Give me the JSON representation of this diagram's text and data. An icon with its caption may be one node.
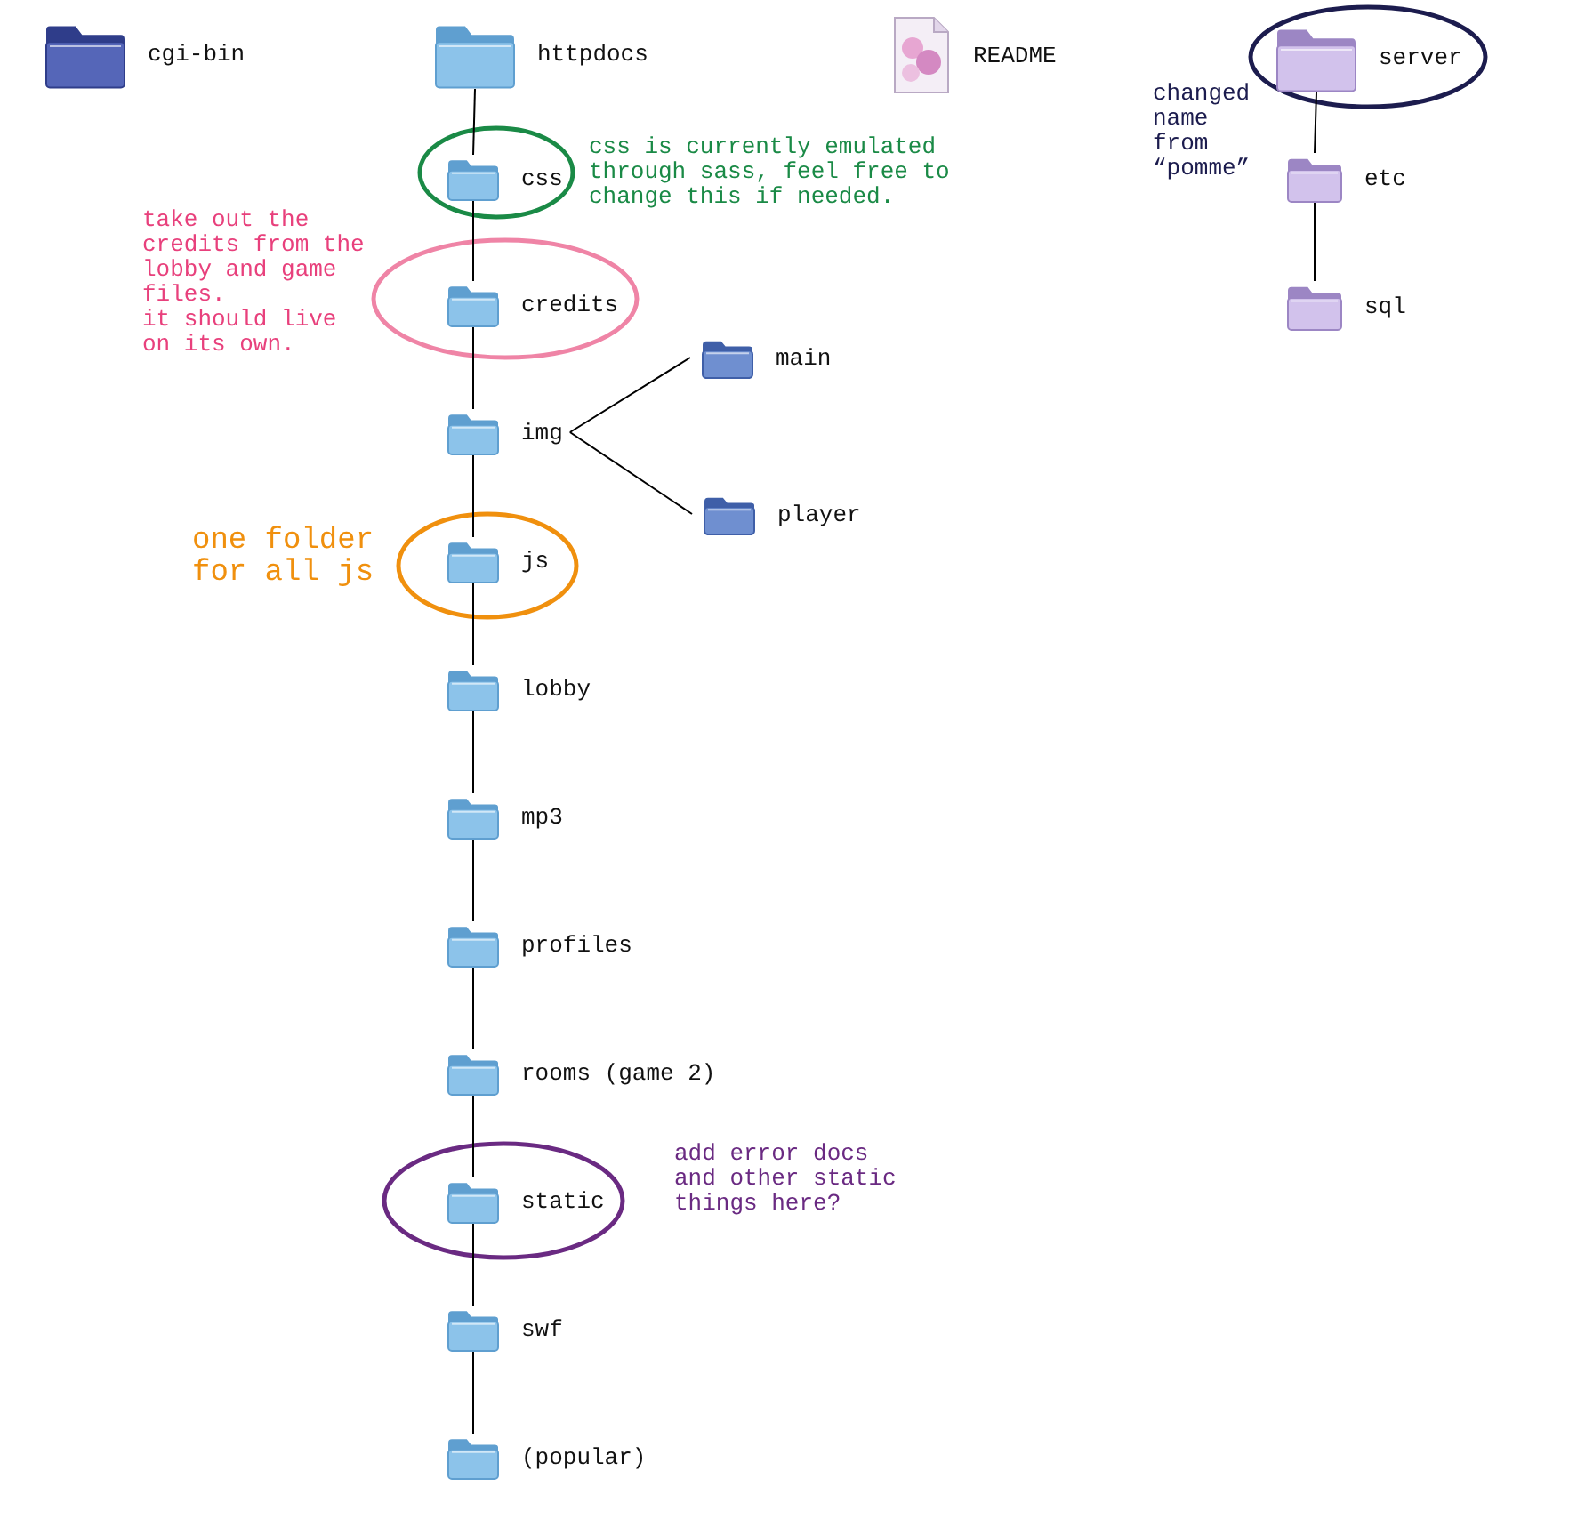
{
  "diagram": {
    "nodes": [
      {
        "text": [
          "cgi-bin"
        ]
      },
      {
        "text": [
          "httpdocs"
        ]
      },
      {
        "text": [
          "README"
        ]
      },
      {
        "text": [
          "server"
        ],
        "beside": [
          "changed name from “pomme”"
        ]
      },
      {
        "text": [
          "css"
        ]
      },
      {
        "text": [
          "etc"
        ]
      },
      {
        "text": [
          "credits"
        ],
        "beside": [
          "take out the credits from the lobby and game files.",
          "it should live on its own."
        ]
      },
      {
        "text": [
          "sql"
        ]
      },
      {
        "text": [
          "main"
        ]
      },
      {
        "text": [
          "img"
        ]
      },
      {
        "text": [
          "player"
        ]
      },
      {
        "text": [
          "js"
        ],
        "beside": [
          "one folder for all js"
        ]
      },
      {
        "text": [
          "lobby"
        ]
      },
      {
        "text": [
          "mp3"
        ]
      },
      {
        "text": [
          "profiles"
        ]
      },
      {
        "text": [
          "rooms (game 2)"
        ]
      },
      {
        "text": [
          "static"
        ]
      },
      {
        "text": [
          "swf"
        ]
      },
      {
        "text": [
          "(popular)"
        ]
      }
    ],
    "edges": [
      {
        "from": 1,
        "to": 4,
        "arrow": "none"
      },
      {
        "from": 4,
        "to": 6,
        "arrow": "none"
      },
      {
        "from": 6,
        "to": 9,
        "arrow": "none"
      },
      {
        "from": 9,
        "to": 11,
        "arrow": "none"
      },
      {
        "from": 11,
        "to": 12,
        "arrow": "none"
      },
      {
        "from": 12,
        "to": 13,
        "arrow": "none"
      },
      {
        "from": 13,
        "to": 14,
        "arrow": "none"
      },
      {
        "from": 14,
        "to": 15,
        "arrow": "none"
      },
      {
        "from": 15,
        "to": 16,
        "arrow": "none"
      },
      {
        "from": 16,
        "to": 17,
        "arrow": "none"
      },
      {
        "from": 17,
        "to": 18,
        "arrow": "none"
      },
      {
        "from": 9,
        "to": 8,
        "arrow": "none"
      },
      {
        "from": 9,
        "to": 10,
        "arrow": "none"
      },
      {
        "from": 3,
        "to": 5,
        "arrow": "none"
      },
      {
        "from": 5,
        "to": 7,
        "arrow": "none"
      }
    ],
    "labels": [
      "css is currently emulated through sass, feel free to change this if needed.",
      "add error docs and other static things here?"
    ]
  }
}
